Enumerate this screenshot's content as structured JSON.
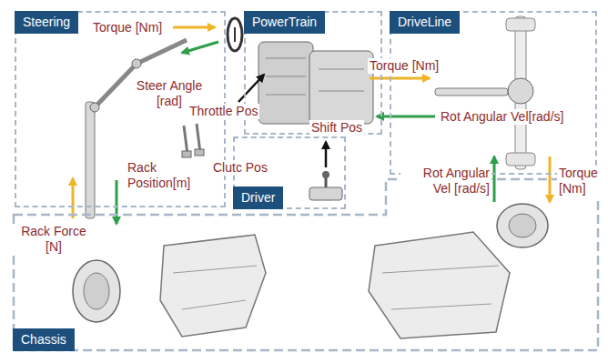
{
  "diagram": {
    "nodes": [
      {
        "text": [
          "Steering"
        ]
      },
      {
        "text": [
          "PowerTrain"
        ]
      },
      {
        "text": [
          "DriveLine"
        ]
      },
      {
        "text": [
          "Driver"
        ]
      },
      {
        "text": [
          "Chassis"
        ]
      }
    ],
    "edges": [
      {
        "from": 1,
        "to": 2,
        "arrow": "to",
        "label": "Torque [Nm]"
      },
      {
        "from": 2,
        "to": 1,
        "arrow": "to",
        "label": "Rot Angular Vel[rad/s]"
      },
      {
        "from": 4,
        "to": 0,
        "arrow": "to",
        "label": "Rack Force [N]"
      },
      {
        "from": 0,
        "to": 4,
        "arrow": "to",
        "label": "Rack Position[m]"
      },
      {
        "from": 4,
        "to": 2,
        "arrow": "to",
        "label": "Rot Angular Vel [rad/s]"
      },
      {
        "from": 2,
        "to": 4,
        "arrow": "to",
        "label": "Torque [Nm]"
      }
    ],
    "labels": [
      "Torque [Nm]",
      "Steer Angle [rad]",
      "Throttle Pos",
      "Shift Pos",
      "Clutc Pos"
    ]
  }
}
